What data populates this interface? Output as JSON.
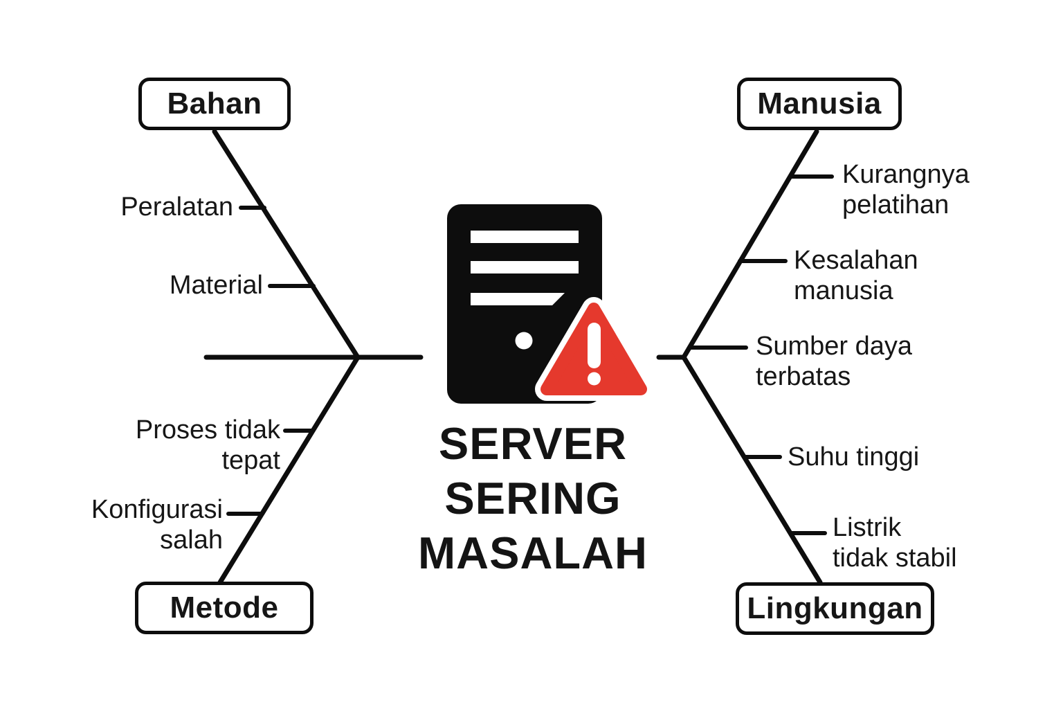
{
  "effect": {
    "title": "SERVER\nSERING\nMASALAH"
  },
  "branches": {
    "top_left": {
      "category": "Bahan",
      "causes": [
        "Peralatan",
        "Material"
      ]
    },
    "top_right": {
      "category": "Manusia",
      "causes": [
        "Kurangnya\npelatihan",
        "Kesalahan\nmanusia",
        "Sumber daya\nterbatas"
      ]
    },
    "bottom_left": {
      "category": "Metode",
      "causes": [
        "Proses tidak\ntepat",
        "Konfigurasi\nsalah"
      ]
    },
    "bottom_right": {
      "category": "Lingkungan",
      "causes": [
        "Suhu tinggi",
        "Listrik\ntidak stabil"
      ]
    }
  },
  "icons": {
    "center": [
      "server-tower-icon",
      "warning-triangle-icon"
    ]
  },
  "colors": {
    "line": "#0d0d0d",
    "text": "#161616",
    "alert_red": "#e5392d",
    "background": "#ffffff"
  }
}
